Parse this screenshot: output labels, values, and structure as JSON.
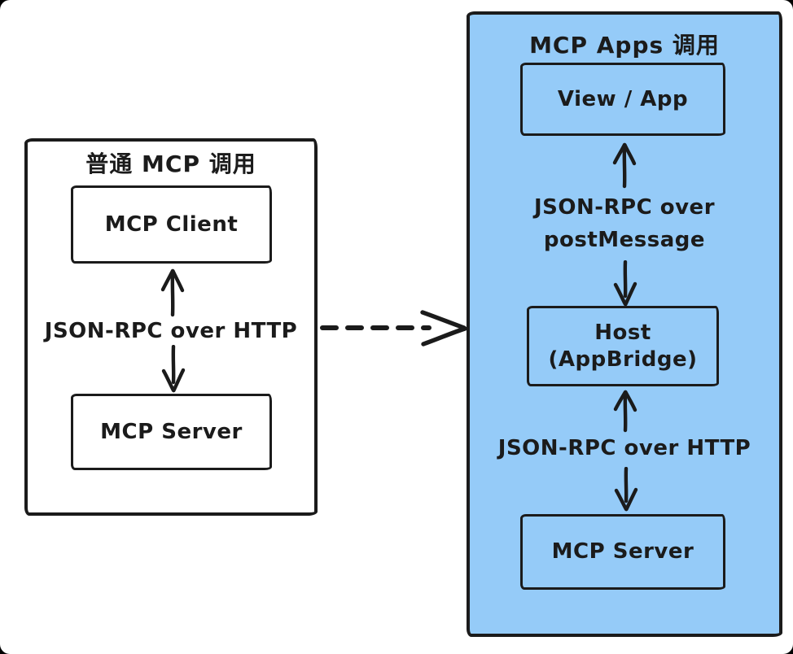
{
  "colors": {
    "ink": "#1b1b1b",
    "right_panel_background": "#95cbf8",
    "page_background": "#ffffff"
  },
  "left_panel": {
    "title": "普通 MCP 调用",
    "client_box_label": "MCP Client",
    "link_label": "JSON-RPC over HTTP",
    "server_box_label": "MCP Server"
  },
  "connector": {
    "style": "dashed-arrow-right"
  },
  "right_panel": {
    "title": "MCP Apps 调用",
    "view_box_label": "View / App",
    "post_message_label_line1": "JSON-RPC over",
    "post_message_label_line2": "postMessage",
    "host_box_line1": "Host",
    "host_box_line2": "(AppBridge)",
    "http_label": "JSON-RPC over HTTP",
    "server_box_label": "MCP Server"
  }
}
